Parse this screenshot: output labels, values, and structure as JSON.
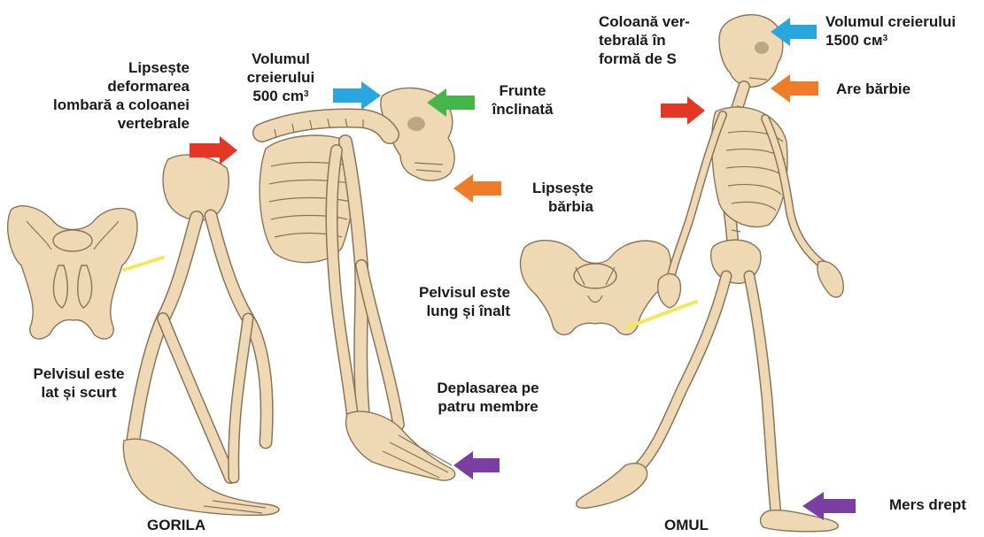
{
  "colors": {
    "bone": "#efd9b4",
    "bone_stroke": "#8a7458",
    "arrow_red": "#e53626",
    "arrow_blue": "#2aa6df",
    "arrow_green": "#45b649",
    "arrow_orange": "#f07c2a",
    "arrow_purple": "#7a3fa0",
    "pointer_yellow": "#f2e85a"
  },
  "gorilla": {
    "caption": "GORILA",
    "lumbar": [
      "Lipsește",
      "deformarea",
      "lombară a coloanei",
      "vertebrale"
    ],
    "brain": [
      "Volumul",
      "creierului",
      "500 cm"
    ],
    "brain_sup": "3",
    "forehead": [
      "Frunte",
      "înclinată"
    ],
    "chin": [
      "Lipsește",
      "bărbia"
    ],
    "pelvis": [
      "Pelvisul este",
      "lat și scurt"
    ],
    "locomotion": [
      "Deplasarea pe",
      "patru membre"
    ]
  },
  "human": {
    "caption": "OMUL",
    "spine": [
      "Coloană ver-",
      "tebrală în",
      "formă de S"
    ],
    "brain": [
      "Volumul creierului",
      "1500 см"
    ],
    "brain_sup": "3",
    "chin": "Are bărbie",
    "pelvis": [
      "Pelvisul este",
      "lung și înalt"
    ],
    "locomotion": "Mers drept"
  },
  "icons": [
    "arrow-red-icon",
    "arrow-blue-icon",
    "arrow-green-icon",
    "arrow-orange-icon",
    "arrow-purple-icon",
    "pelvis-icon",
    "skeleton-gorilla",
    "skeleton-human"
  ]
}
